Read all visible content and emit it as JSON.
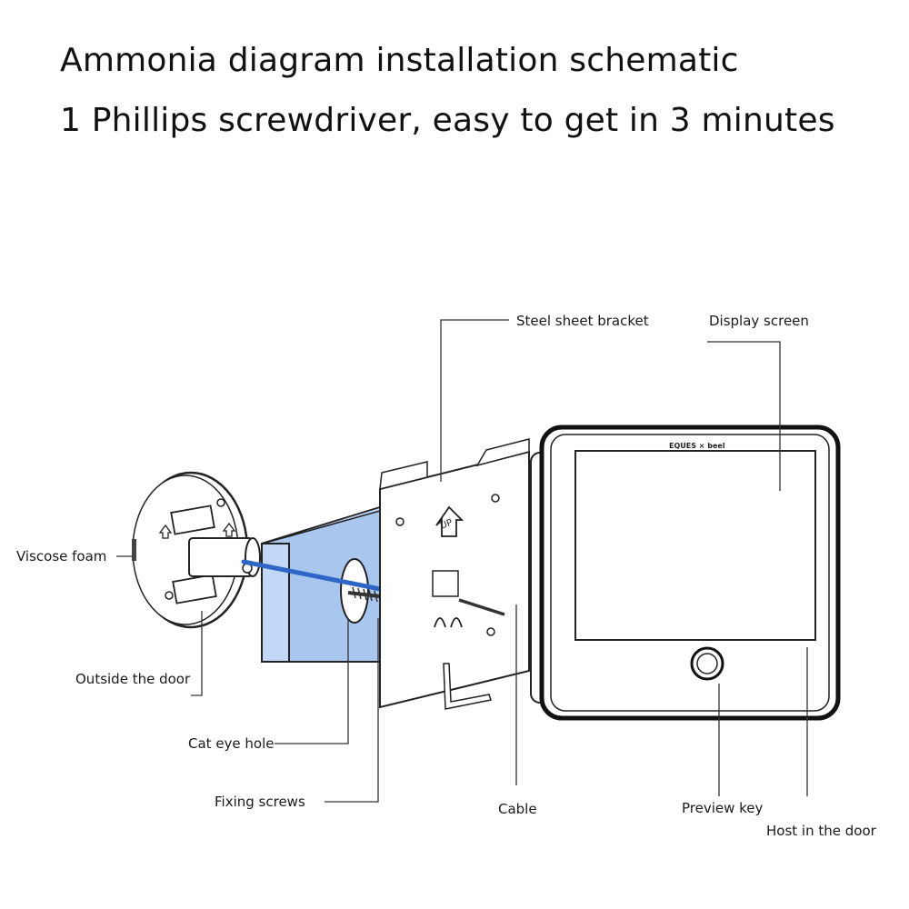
{
  "header": {
    "title": "Ammonia diagram installation schematic",
    "subtitle": "1 Phillips screwdriver, easy to get in 3 minutes"
  },
  "labels": {
    "steel_sheet_bracket": "Steel sheet bracket",
    "display_screen": "Display screen",
    "viscose_foam": "Viscose foam",
    "outside_the_door": "Outside the door",
    "cat_eye_hole": "Cat eye hole",
    "fixing_screws": "Fixing screws",
    "cable": "Cable",
    "preview_key": "Preview key",
    "host_in_the_door": "Host in the door"
  },
  "markings": {
    "brand": "EQUES × beel",
    "bracket_arrow": "UP"
  },
  "colors": {
    "door": "#a9c6ee",
    "cable": "#2e66c8",
    "outline": "#222222"
  }
}
